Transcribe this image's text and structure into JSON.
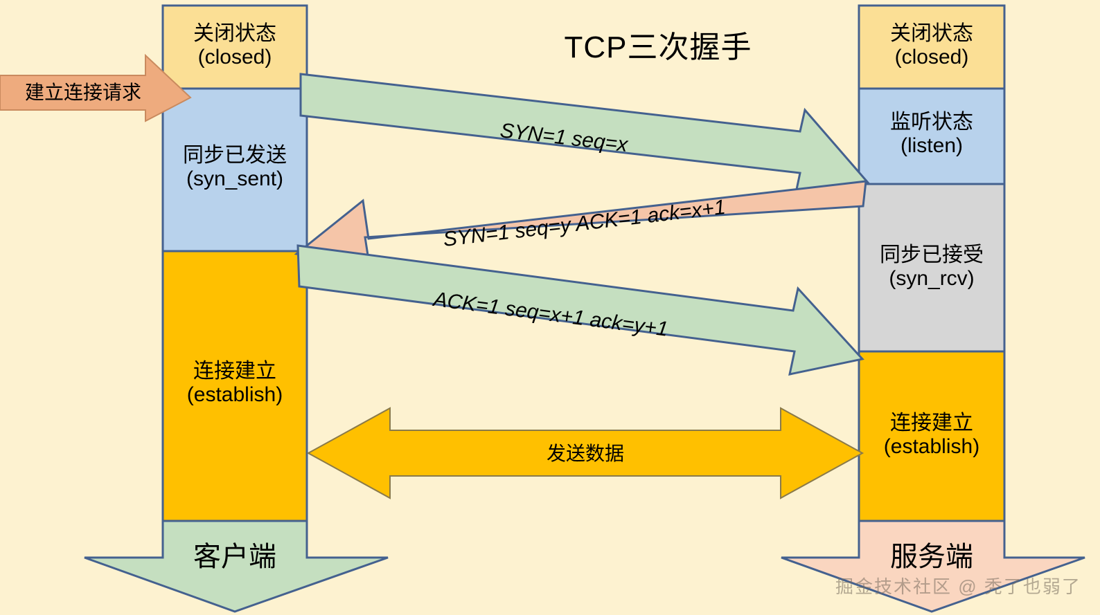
{
  "title": "TCP三次握手",
  "background_color": "#fdf2d0",
  "stroke_color": "#44618f",
  "client": {
    "endpoint_label": "客户端",
    "endpoint_arrow_color": "#c5dfc0",
    "request_arrow": {
      "label": "建立连接请求",
      "color": "#eeab7e"
    },
    "states": [
      {
        "cn": "关闭状态",
        "en": "(closed)",
        "color": "#fbdf95"
      },
      {
        "cn": "同步已发送",
        "en": "(syn_sent)",
        "color": "#b8d2ec"
      },
      {
        "cn": "连接建立",
        "en": "(establish)",
        "color": "#ffc000"
      }
    ]
  },
  "server": {
    "endpoint_label": "服务端",
    "endpoint_arrow_color": "#fad6c0",
    "states": [
      {
        "cn": "关闭状态",
        "en": "(closed)",
        "color": "#fbdf95"
      },
      {
        "cn": "监听状态",
        "en": "(listen)",
        "color": "#b8d2ec"
      },
      {
        "cn": "同步已接受",
        "en": "(syn_rcv)",
        "color": "#d6d6d6"
      },
      {
        "cn": "连接建立",
        "en": "(establish)",
        "color": "#ffc000"
      }
    ]
  },
  "messages": [
    {
      "step": 1,
      "label": "SYN=1 seq=x",
      "direction": "client-to-server",
      "color": "#c5dfc0"
    },
    {
      "step": 2,
      "label": "SYN=1 seq=y ACK=1 ack=x+1",
      "direction": "server-to-client",
      "color": "#f5c5a8"
    },
    {
      "step": 3,
      "label": "ACK=1 seq=x+1 ack=y+1",
      "direction": "client-to-server",
      "color": "#c5dfc0"
    }
  ],
  "data_arrow": {
    "label": "发送数据",
    "direction": "bidirectional",
    "color": "#ffc000"
  },
  "watermark": "掘金技术社区 @ 秃了也弱了"
}
